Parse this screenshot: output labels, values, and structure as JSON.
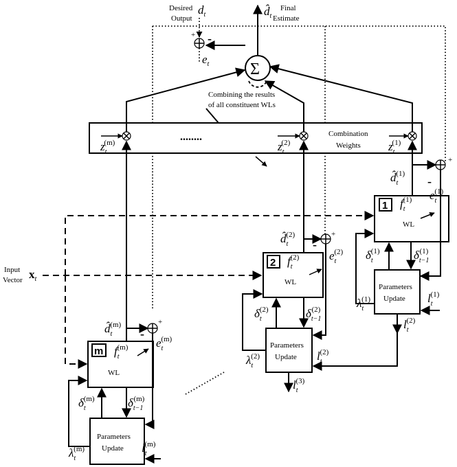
{
  "labels": {
    "desired_output_l1": "Desired",
    "desired_output_l2": "Output",
    "final_estimate_l1": "Final",
    "final_estimate_l2": "Estimate",
    "combining_l1": "Combining the results",
    "combining_l2": "of all constituent WLs",
    "combination_l1": "Combination",
    "combination_l2": "Weights",
    "input_l1": "Input",
    "input_l2": "Vector",
    "wl": "WL",
    "params_l1": "Parameters",
    "params_l2": "Update",
    "sum_symbol": "Σ",
    "otimes": "⊗",
    "oplus": "⊕",
    "plus": "+",
    "minus": "-"
  },
  "symbols": {
    "d": "d",
    "d_sub": "t",
    "d_hat": "d̂",
    "e": "e",
    "z": "z",
    "f": "f",
    "delta": "δ",
    "lambda": "λ",
    "l": "l",
    "t": "t",
    "t_minus_1": "t−1",
    "x": "x"
  },
  "learners": [
    {
      "id": "1",
      "sup": "(1)"
    },
    {
      "id": "2",
      "sup": "(2)"
    },
    {
      "id": "m",
      "sup": "(m)"
    }
  ],
  "extra_sup": {
    "l3": "(3)"
  },
  "ellipsis": "........"
}
